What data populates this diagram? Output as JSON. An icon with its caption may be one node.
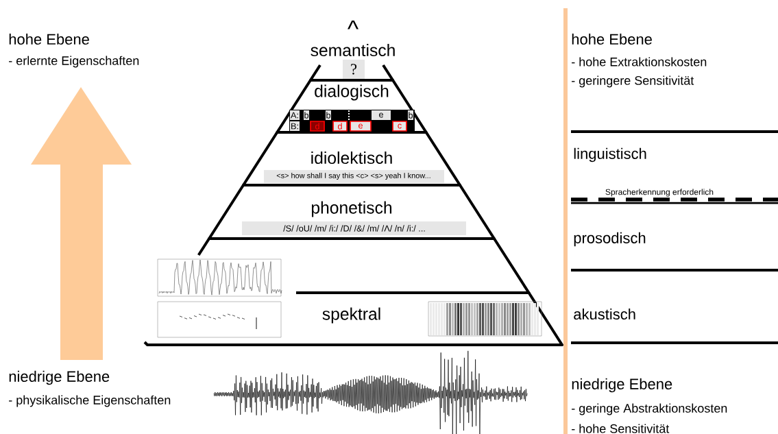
{
  "diagram": {
    "nodes": [
      {
        "text": [
          "semantisch",
          "?"
        ]
      },
      {
        "text": [
          "dialogisch"
        ]
      },
      {
        "text": [
          "idiolektisch",
          "<s> how shall I say this <c> <s> yeah I know..."
        ]
      },
      {
        "text": [
          "phonetisch",
          "/S/ /oU/ /m/ /i:/ /D/ /&/ /m/ /Λ/ /n/ /i:/ ..."
        ]
      },
      {
        "text": [],
        "shape": "box"
      },
      {
        "text": [
          "spektral"
        ]
      }
    ],
    "labels": [
      "hohe Ebene",
      "- erlernte Eigenschaften",
      "^",
      "hohe Ebene",
      "- hohe Extraktionskosten",
      "- geringere Sensitivität",
      "A:",
      "b",
      "b",
      "e",
      "b",
      "B:",
      "d",
      "d",
      "e",
      "c",
      "linguistisch",
      "Spracherkennung erforderlich",
      "prosodisch",
      "akustisch",
      "niedrige Ebene",
      "- physikalische Eigenschaften",
      "niedrige Ebene",
      "- geringe Abstraktionskosten",
      "- hohe Sensitivität"
    ]
  }
}
